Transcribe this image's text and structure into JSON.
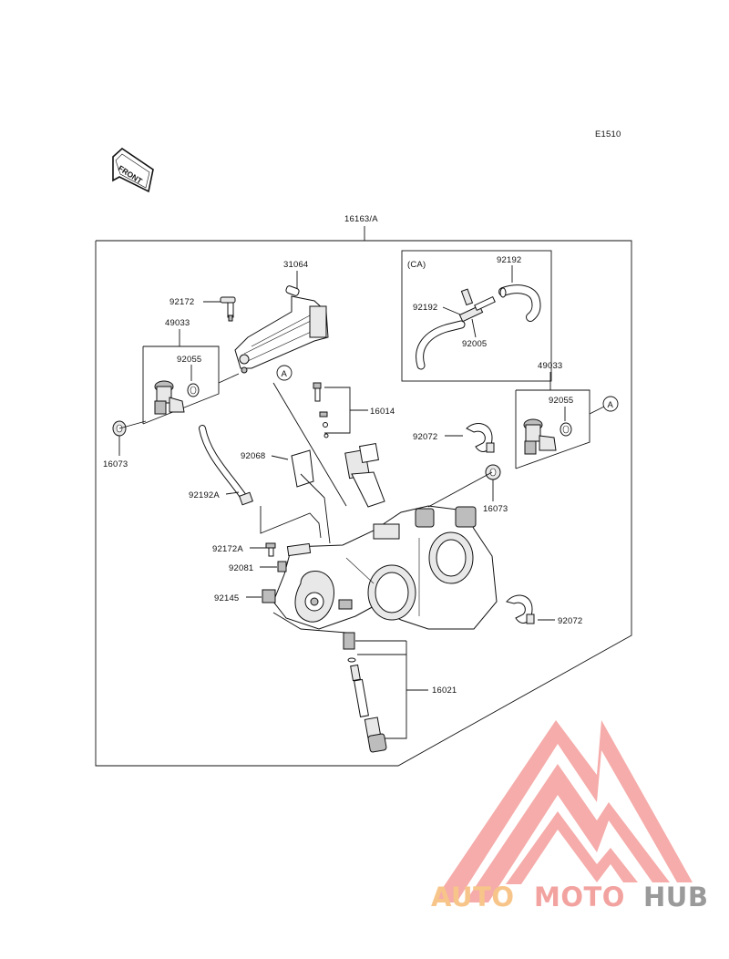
{
  "diagram": {
    "code": "E1510",
    "front_label": "FRONT",
    "assembly_label": "16163/A",
    "inset_label": "(CA)",
    "ref_marker": "A",
    "parts": {
      "p31064": "31064",
      "p92172_top": "92172",
      "p49033_left": "49033",
      "p92055_left": "92055",
      "p16073_left": "16073",
      "p92068": "92068",
      "p92192A": "92192A",
      "p92172A": "92172A",
      "p92081": "92081",
      "p92145": "92145",
      "p16014": "16014",
      "p92192_a": "92192",
      "p92192_b": "92192",
      "p92005": "92005",
      "p49033_right": "49033",
      "p92055_right": "92055",
      "p92072_top": "92072",
      "p16073_right": "16073",
      "p92072_bottom": "92072",
      "p16021": "16021"
    }
  },
  "watermark": {
    "word_auto": "AUTO",
    "word_moto": "MOTO",
    "word_hub": "HUB",
    "color_auto": "#f7c58a",
    "color_moto": "#f2a3a0",
    "color_hub": "#9a9a9a",
    "logo_color": "#f4a3a1"
  }
}
